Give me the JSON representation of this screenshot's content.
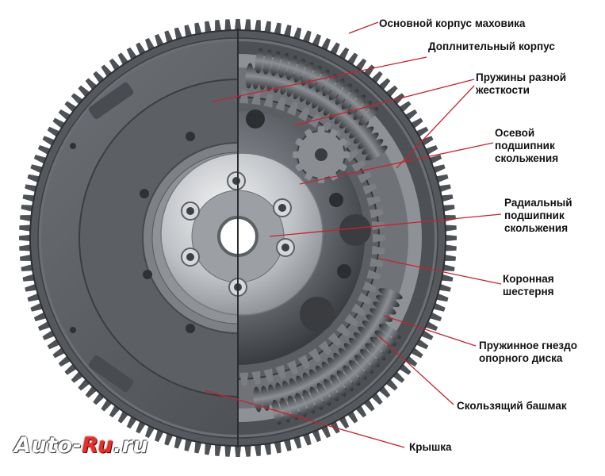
{
  "colors": {
    "leader_line": "#c4242f",
    "metal_dark": "#4a4d52",
    "metal_mid": "#7a7e84",
    "metal_light": "#c9ccd0",
    "watermark_brand": "#e8302b"
  },
  "callouts": [
    {
      "id": "main-housing",
      "lines": [
        "Основной корпус маховика"
      ]
    },
    {
      "id": "extra-housing",
      "lines": [
        "Доплнительный корпус"
      ]
    },
    {
      "id": "springs",
      "lines": [
        "Пружины разной",
        "жесткости"
      ]
    },
    {
      "id": "axial-bearing",
      "lines": [
        "Осевой",
        "подшипник",
        "скольжения"
      ]
    },
    {
      "id": "radial-bearing",
      "lines": [
        "Радиальный",
        "подшипник",
        "скольжения"
      ]
    },
    {
      "id": "ring-gear",
      "lines": [
        "Коронная",
        "шестерня"
      ]
    },
    {
      "id": "spring-seat",
      "lines": [
        "Пружинное гнездо",
        "опорного диска"
      ]
    },
    {
      "id": "sliding-shoe",
      "lines": [
        "Скользящий башмак"
      ]
    },
    {
      "id": "cover",
      "lines": [
        "Крышка"
      ]
    }
  ],
  "watermark": {
    "prefix": "Auto-",
    "brand": "Ru",
    "suffix": ".ru"
  },
  "icons": [
    "flywheel-illustration"
  ]
}
